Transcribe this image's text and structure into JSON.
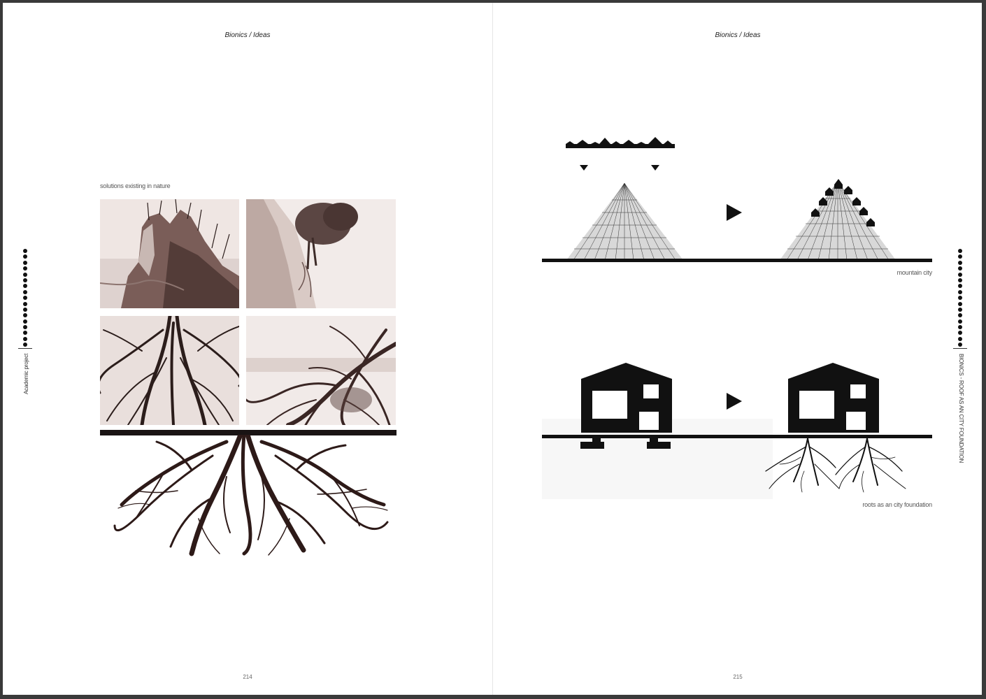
{
  "left_page": {
    "running_head": "Bionics / Ideas",
    "caption": "solutions existing in nature",
    "side_label": "Academic project",
    "folio": "214",
    "photos": [
      {
        "subject": "cliff-with-trees"
      },
      {
        "subject": "tree-on-sand-slope"
      },
      {
        "subject": "exposed-roots"
      },
      {
        "subject": "fallen-tree-roots"
      }
    ]
  },
  "right_page": {
    "running_head": "Bionics / Ideas",
    "diagram_top_caption": "mountain city",
    "diagram_bottom_caption": "roots as an city foundation",
    "side_label": "BIONICS - ROOF AS AN CITY FOUNDATION",
    "folio": "215"
  },
  "colors": {
    "ink": "#111111",
    "root_brown": "#3a2422",
    "photo_tint": "#e9dcd8"
  }
}
